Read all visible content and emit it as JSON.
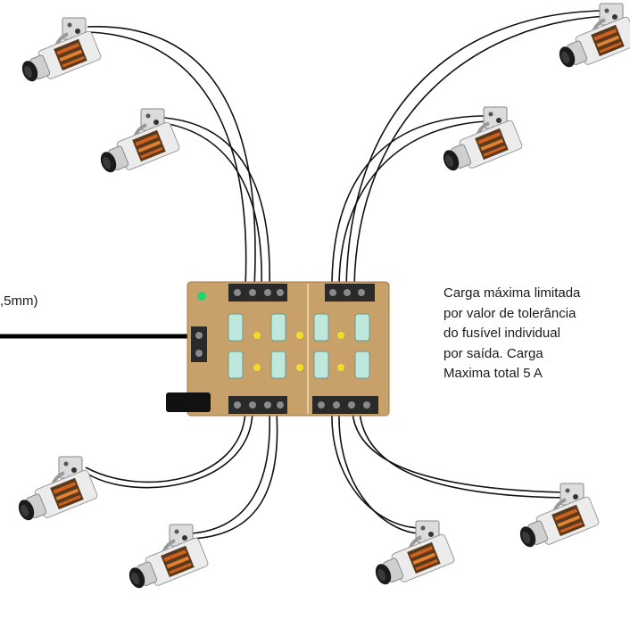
{
  "input_cable_label": ",5mm)",
  "note_lines": [
    "Carga máxima  limitada",
    "por valor de tolerância",
    "do fusível individual",
    "por saída. Carga",
    "Maxima total 5 A"
  ],
  "colors": {
    "board": "#c8a06a",
    "terminal": "#2a2a2a",
    "fuse": "#bfe8dc",
    "led_yellow": "#f2dc2a",
    "led_green": "#27d36b",
    "wire": "#111111",
    "camera_body": "#e8e8e8",
    "camera_stripe": "#d06020"
  },
  "icons": [
    "power-distribution-board-icon",
    "cctv-camera-icon",
    "power-plug-icon"
  ]
}
